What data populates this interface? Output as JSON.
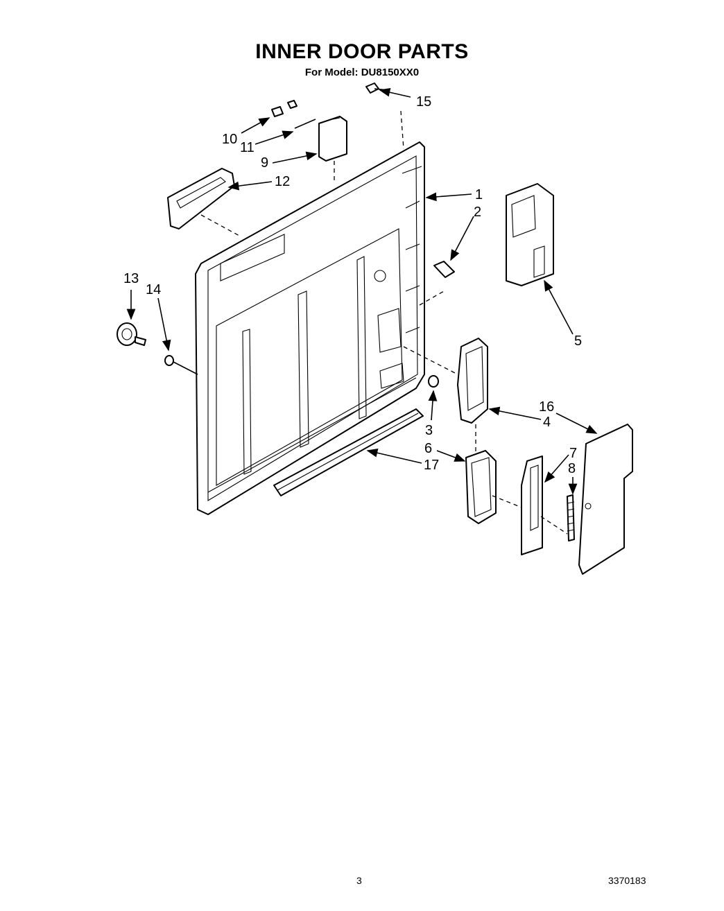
{
  "header": {
    "title": "INNER DOOR PARTS",
    "model_label": "For Model: DU8150XX0"
  },
  "callouts": [
    "1",
    "2",
    "3",
    "4",
    "5",
    "6",
    "7",
    "8",
    "9",
    "10",
    "11",
    "12",
    "13",
    "14",
    "15",
    "16",
    "17"
  ],
  "footer": {
    "page_number": "3",
    "doc_number": "3370183"
  }
}
